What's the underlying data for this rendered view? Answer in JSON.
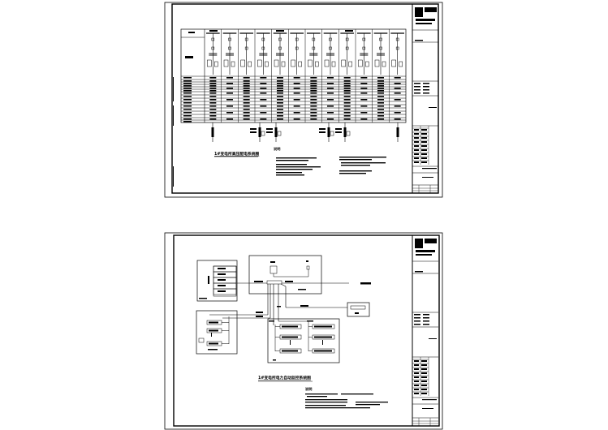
{
  "sheets": [
    {
      "title": "1#变电所高压配电系统图",
      "notes_heading": "说明",
      "panel_count": 12
    },
    {
      "title": "1#变电所电力自动监控系统图",
      "notes_heading": "说明"
    }
  ]
}
